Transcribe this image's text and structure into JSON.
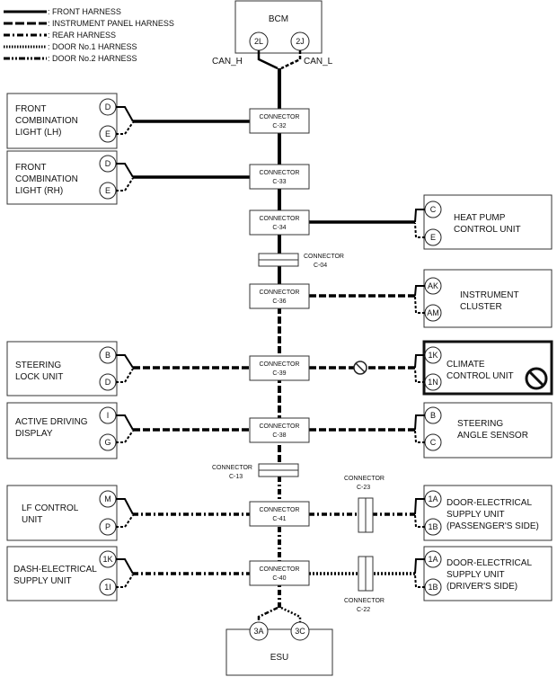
{
  "legend": {
    "front": ": FRONT HARNESS",
    "instrument": ": INSTRUMENT PANEL HARNESS",
    "rear": ": REAR HARNESS",
    "door1": ": DOOR No.1 HARNESS",
    "door2": ": DOOR No.2 HARNESS"
  },
  "bcm": {
    "title": "BCM",
    "pin_h": "2L",
    "pin_l": "2J",
    "can_h": "CAN_H",
    "can_l": "CAN_L"
  },
  "esu": {
    "title": "ESU",
    "pin_a": "3A",
    "pin_b": "3C"
  },
  "connectors": {
    "c32": [
      "CONNECTOR",
      "C-32"
    ],
    "c33": [
      "CONNECTOR",
      "C-33"
    ],
    "c34": [
      "CONNECTOR",
      "C-34"
    ],
    "c04": [
      "CONNECTOR",
      "C-04"
    ],
    "c36": [
      "CONNECTOR",
      "C-36"
    ],
    "c39": [
      "CONNECTOR",
      "C-39"
    ],
    "c38": [
      "CONNECTOR",
      "C-38"
    ],
    "c13": [
      "CONNECTOR",
      "C-13"
    ],
    "c41": [
      "CONNECTOR",
      "C-41"
    ],
    "c40": [
      "CONNECTOR",
      "C-40"
    ],
    "c23": [
      "CONNECTOR",
      "C-23"
    ],
    "c22": [
      "CONNECTOR",
      "C-22"
    ]
  },
  "left_units": [
    {
      "lines": [
        "FRONT",
        "COMBINATION",
        "LIGHT (LH)"
      ],
      "pins": [
        "D",
        "E"
      ]
    },
    {
      "lines": [
        "FRONT",
        "COMBINATION",
        "LIGHT (RH)"
      ],
      "pins": [
        "D",
        "E"
      ]
    },
    {
      "lines": [
        "STEERING",
        "LOCK UNIT"
      ],
      "pins": [
        "B",
        "D"
      ]
    },
    {
      "lines": [
        "ACTIVE DRIVING",
        "DISPLAY"
      ],
      "pins": [
        "I",
        "G"
      ]
    },
    {
      "lines": [
        "LF CONTROL",
        "UNIT"
      ],
      "pins": [
        "M",
        "P"
      ]
    },
    {
      "lines": [
        "DASH-ELECTRICAL",
        "SUPPLY UNIT"
      ],
      "pins": [
        "1K",
        "1I"
      ]
    }
  ],
  "right_units": [
    {
      "lines": [
        "HEAT PUMP",
        "CONTROL UNIT"
      ],
      "pins": [
        "C",
        "E"
      ]
    },
    {
      "lines": [
        "INSTRUMENT",
        "CLUSTER"
      ],
      "pins": [
        "AK",
        "AM"
      ]
    },
    {
      "lines": [
        "CLIMATE",
        "CONTROL UNIT"
      ],
      "pins": [
        "1K",
        "1N"
      ]
    },
    {
      "lines": [
        "STEERING",
        "ANGLE SENSOR"
      ],
      "pins": [
        "B",
        "C"
      ]
    },
    {
      "lines": [
        "DOOR-ELECTRICAL",
        "SUPPLY UNIT",
        "(PASSENGER'S SIDE)"
      ],
      "pins": [
        "1A",
        "1B"
      ]
    },
    {
      "lines": [
        "DOOR-ELECTRICAL",
        "SUPPLY UNIT",
        "(DRIVER'S SIDE)"
      ],
      "pins": [
        "1A",
        "1B"
      ]
    }
  ]
}
